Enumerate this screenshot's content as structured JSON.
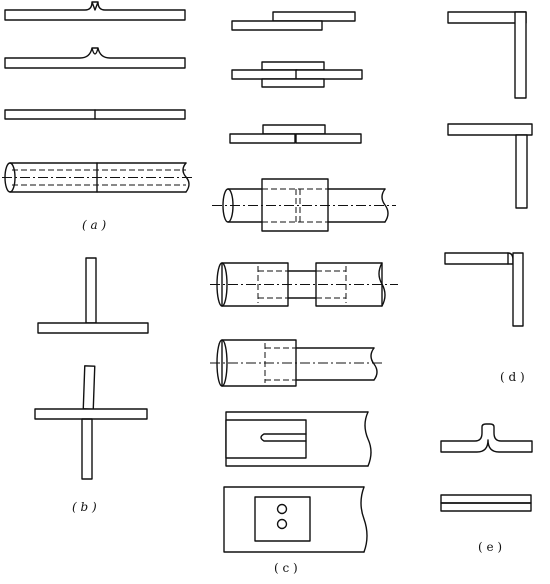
{
  "figure": {
    "labels": {
      "a": "( a )",
      "b": "( b )",
      "c": "( c )",
      "d": "( d )",
      "e": "( e )"
    }
  }
}
